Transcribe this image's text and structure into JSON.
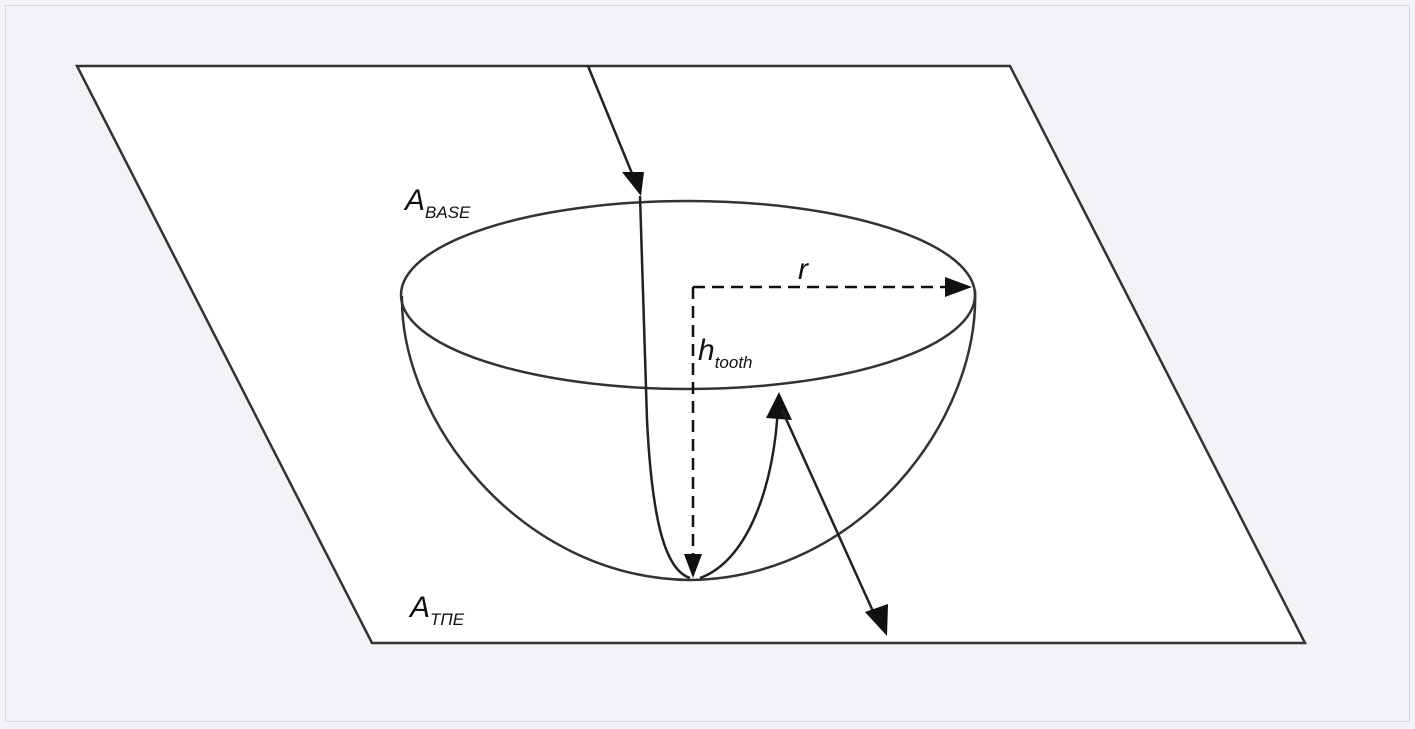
{
  "diagram": {
    "labels": {
      "a_base_main": "A",
      "a_base_sub": "BASE",
      "a_tpe_main": "A",
      "a_tpe_sub": "TПE",
      "r": "r",
      "h_main": "h",
      "h_sub": "tooth"
    },
    "colors": {
      "line": "#1a1a1a",
      "plane": "#ffffff",
      "background": "#f3f3f7"
    }
  }
}
